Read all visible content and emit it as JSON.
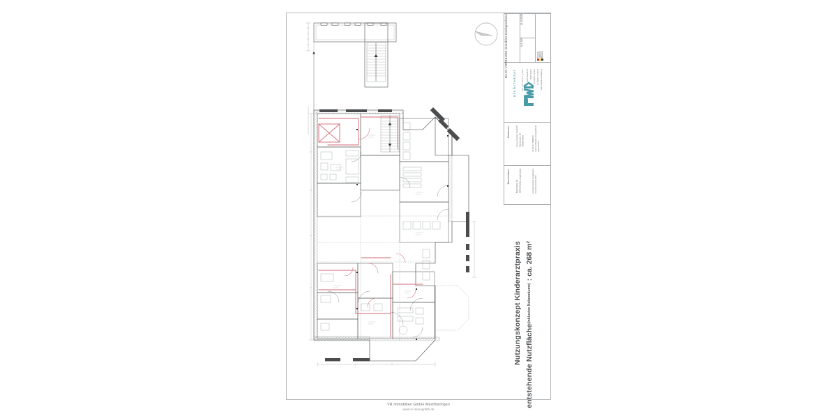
{
  "document": {
    "type": "architectural-floor-plan",
    "sheet_border_color": "#b9bcbe",
    "background": "#ffffff"
  },
  "titleblock": {
    "project_title": "BA.01 VORBEUGE Grundriss Dachgeschoss",
    "date": "14.10.2020",
    "scale": "M 1:100",
    "legend": [
      {
        "label": "Neubau",
        "color": "#c0392b"
      },
      {
        "label": "Abbruch",
        "color": "#e8d44d"
      },
      {
        "label": "Bestand",
        "color": "#2b2b2b"
      }
    ],
    "logo": {
      "mark": "rwk",
      "word": "architektur",
      "tagline": "rwk  architektur  gmbh",
      "address_lines": [
        "Bahnhofstraße 20",
        "99830 Treffurt",
        "tel 036923 / 80 88 0",
        "fax 036923 / 80 88 20",
        "mail info@rwk-architektur.de"
      ],
      "color": "#4a9ba8"
    },
    "bauherren": {
      "label": "Bauherren:",
      "lines": [
        "Frau und Herr Heinrich",
        "Bahnhofstr. 20",
        "99830 Erfurt"
      ],
      "contact": [
        "tel 03 61 / 5660010",
        "mail m.wilke@vr-immogmbh.de",
        "gerd.heinrich"
      ]
    },
    "bauvorhaben": {
      "label": "Bauvorhaben:",
      "lines": [
        "Bahnhofstr. 10",
        "99842 Ruhla-Langensalza"
      ],
      "contact": [
        "Gemarkung Bad Langensalza",
        "Flur 08 Flurstück 36/3"
      ]
    }
  },
  "caption": {
    "line1": "Nutzungskonzept Kinderarztpraxis",
    "line2_main": "entstehende Nutzfläche",
    "line2_sup": "(inklusive Nebenräume)",
    "line2_tail": " : ca. 268 m²"
  },
  "footer": {
    "company": "VR Immobilien GmbH Westthüringen",
    "website": "www.vr-immogmbh.de"
  },
  "plan": {
    "north_arrow": "north-arrow-symbol",
    "colors": {
      "existing_wall": "#2c2e30",
      "hatch": "#7f8285",
      "new_construction": "#d06a74",
      "dimension": "#8d9093",
      "furniture": "#9a9d9f",
      "solid_fill": "#4a4c4e"
    },
    "floor": "Dachgeschoss"
  }
}
